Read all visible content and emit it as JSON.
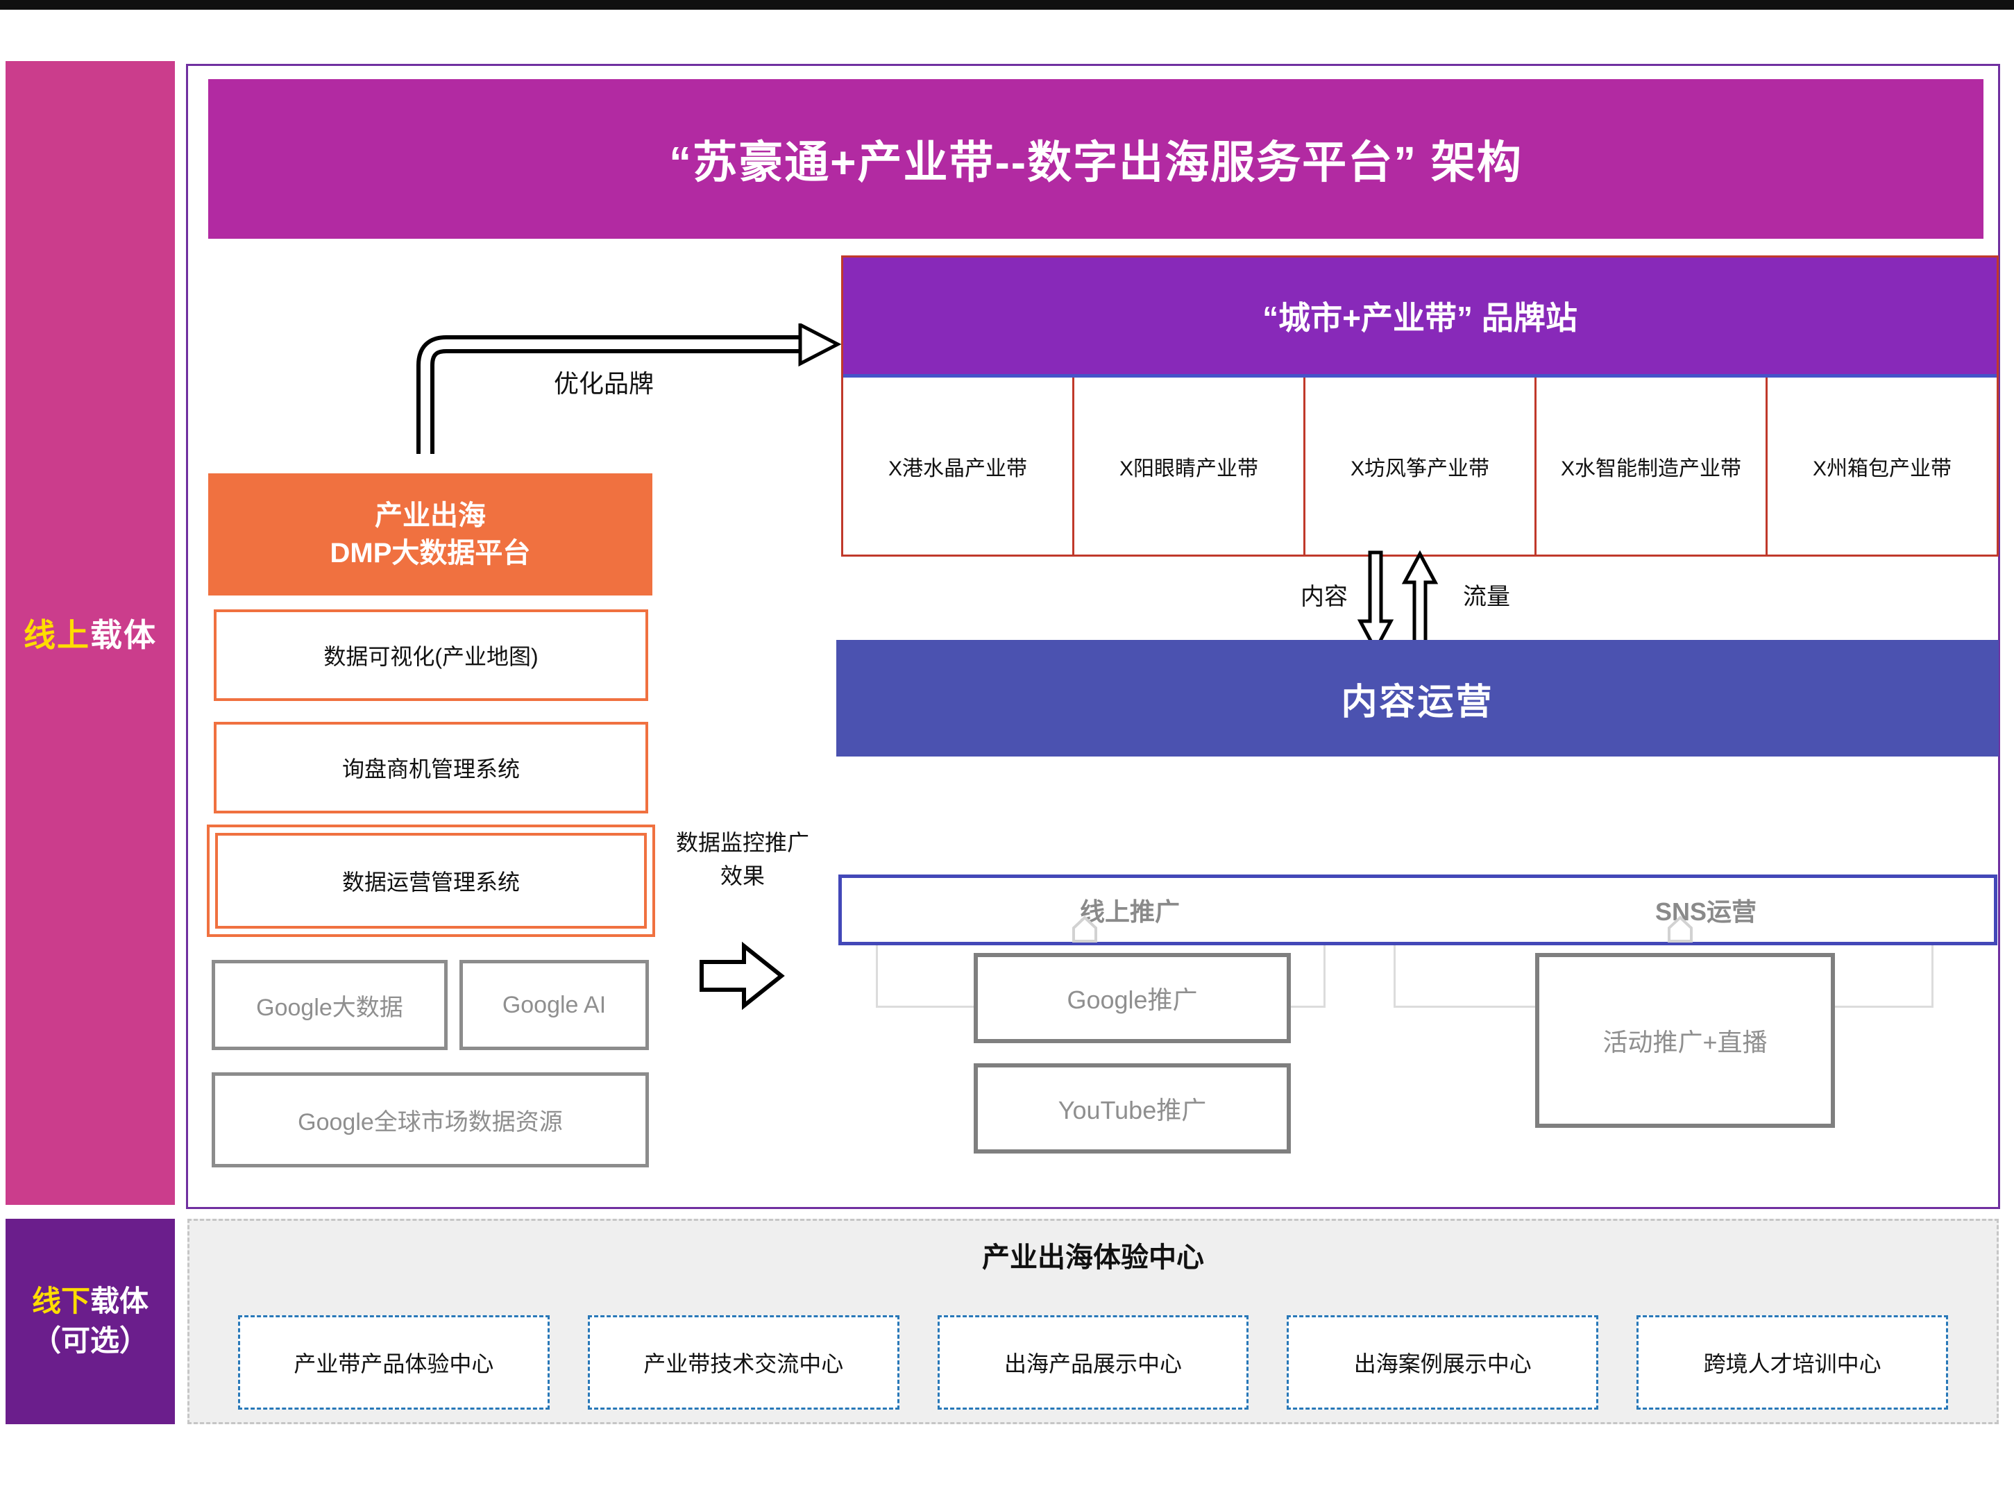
{
  "page": {
    "title": "“苏豪通+产业带--数字出海服务平台” 架构"
  },
  "sidebar": {
    "online": {
      "highlight": "线上",
      "rest": "载体"
    },
    "offline": {
      "highlight": "线下",
      "rest": "载体",
      "line2": "（可选）"
    }
  },
  "brand_station": {
    "title": "“城市+产业带” 品牌站",
    "columns": [
      "X港水晶产业带",
      "X阳眼睛产业带",
      "X坊风筝产业带",
      "X水智能制造产业带",
      "X州箱包产业带"
    ]
  },
  "dmp": {
    "title_line1": "产业出海",
    "title_line2": "DMP大数据平台",
    "box_visualization": "数据可视化(产业地图)",
    "box_inquiry": "询盘商机管理系统",
    "box_dataops": "数据运营管理系统",
    "google_boxes": [
      "Google大数据",
      "Google AI",
      "Google全球市场数据资源"
    ]
  },
  "labels": {
    "optimize_brand": "优化品牌",
    "monitor_line1": "数据监控推广",
    "monitor_line2": "效果",
    "content": "内容",
    "traffic": "流量"
  },
  "content_ops": {
    "title": "内容运营"
  },
  "promotion": {
    "online_promo": "线上推广",
    "sns_ops": "SNS运营",
    "google_promo": "Google推广",
    "youtube_promo": "YouTube推广",
    "live_promo": "活动推广+直播"
  },
  "offline_center": {
    "title": "产业出海体验中心",
    "boxes": [
      "产业带产品体验中心",
      "产业带技术交流中心",
      "出海产品展示中心",
      "出海案例展示中心",
      "跨境人才培训中心"
    ]
  },
  "colors": {
    "title_bar": "#B22AA2",
    "sidebar_online": "#CB3D8C",
    "sidebar_offline": "#6B1E8C",
    "brand_header": "#8829B9",
    "brand_border": "#C0392B",
    "content_ops_bar": "#4B52B0",
    "promo_frame_border": "#4348B8",
    "dmp_orange": "#F07140",
    "gray_box_border": "#8C8C8C",
    "dashed_box_border": "#2878B8",
    "highlight_yellow": "#FFDD00",
    "frame_purple": "#7030A0"
  }
}
